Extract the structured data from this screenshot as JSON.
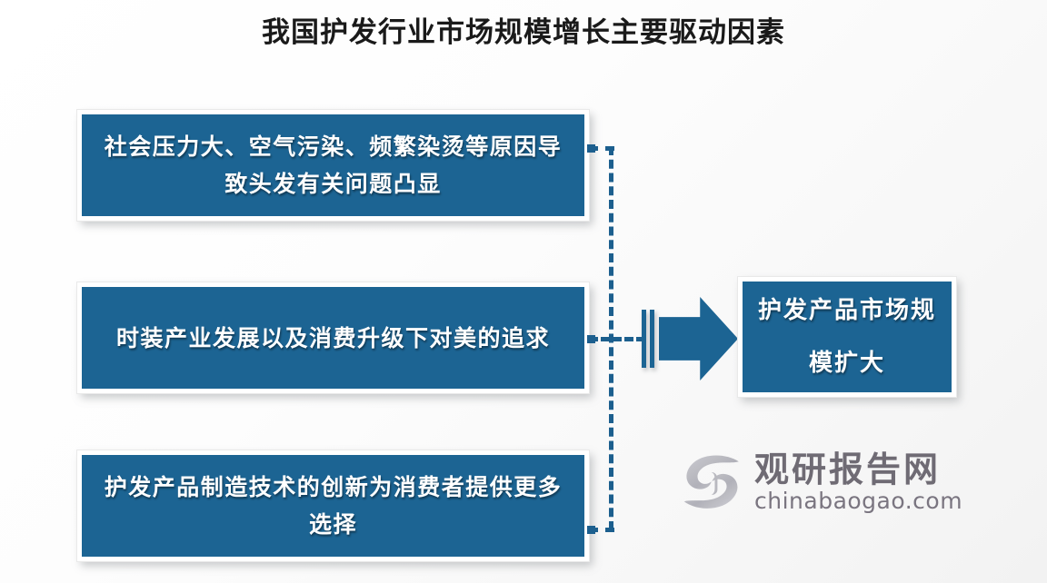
{
  "page": {
    "title": "我国护发行业市场规模增长主要驱动因素",
    "background_color": "#ffffff"
  },
  "colors": {
    "box_fill": "#1c6493",
    "box_border": "#ffffff",
    "connector": "#1c5f8e",
    "arrow": "#1c6493",
    "title_text": "#1a1a1a",
    "box_text": "#ffffff",
    "watermark_text": "#6f6b74"
  },
  "diagram": {
    "type": "driver-factors-flow",
    "drivers": [
      {
        "id": "driver-1",
        "text": "社会压力大、空气污染、频繁染烫等原因导致头发有关问题凸显"
      },
      {
        "id": "driver-2",
        "text": "时装产业发展以及消费升级下对美的追求"
      },
      {
        "id": "driver-3",
        "text": "护发产品制造技术的创新为消费者提供更多选择"
      }
    ],
    "result": {
      "id": "result-box",
      "text": "护发产品市场规模扩大"
    },
    "connector_style": "dashed",
    "arrow_direction": "right"
  },
  "watermark": {
    "logo_name": "swirl-logo",
    "brand_cn": "观研报告网",
    "brand_url": "chinabaogao.com"
  }
}
